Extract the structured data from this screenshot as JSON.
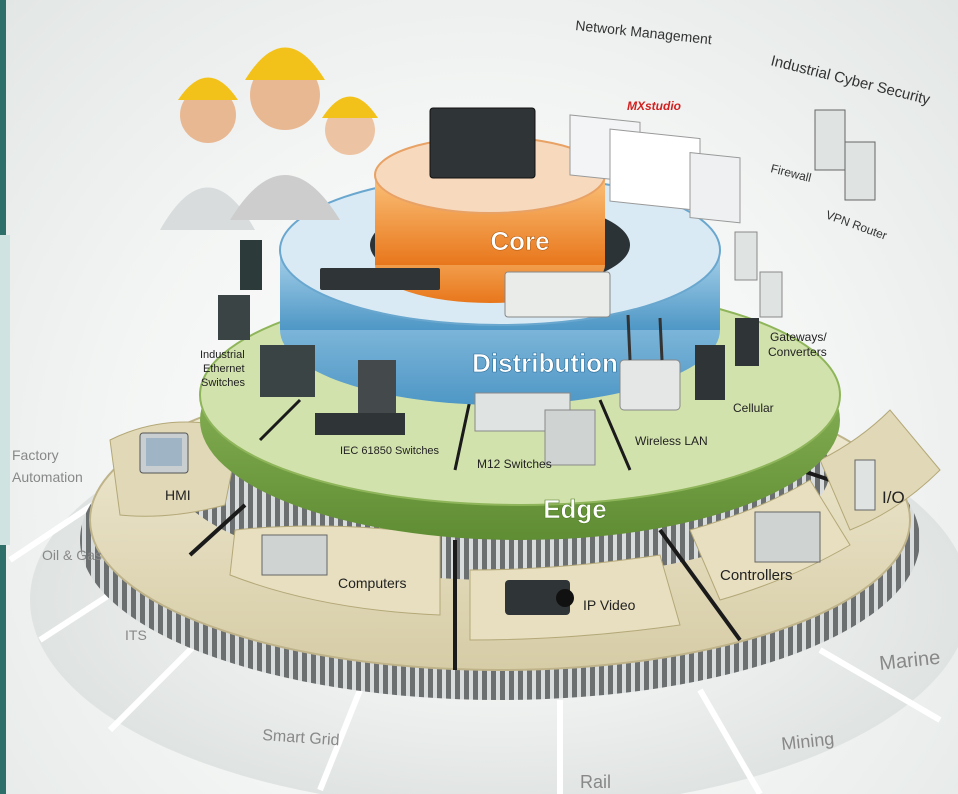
{
  "labels": {
    "core": "Core",
    "distribution": "Distribution",
    "edge": "Edge",
    "network_management": "Network Management",
    "mxstudio": "MXstudio",
    "industrial_cyber_security": "Industrial Cyber Security",
    "firewall": "Firewall",
    "vpn_router": "VPN Router",
    "industrial_ethernet_switches": [
      "Industrial",
      "Ethernet",
      "Switches"
    ],
    "gateways_converters": [
      "Gateways/",
      "Converters"
    ],
    "cellular": "Cellular",
    "wireless_lan": "Wireless LAN",
    "m12_switches": "M12 Switches",
    "iec_61850_switches": "IEC 61850 Switches",
    "hmi": "HMI",
    "computers": "Computers",
    "ip_video": "IP Video",
    "controllers": "Controllers",
    "io": "I/O"
  },
  "industries": {
    "factory_automation": [
      "Factory",
      "Automation"
    ],
    "oil_gas": "Oil & Gas",
    "its": "ITS",
    "smart_grid": "Smart Grid",
    "rail": "Rail",
    "mining": "Mining",
    "marine": "Marine"
  },
  "colors": {
    "core": "#f29a3a",
    "core_top": "#f6d3b0",
    "distribution": "#7fb9dc",
    "distribution_top": "#cde4f1",
    "edge": "#8fb55a",
    "edge_top": "#cfe0a8",
    "outer_ring": "#e9e3c8",
    "teal": "#2f6f6a"
  }
}
